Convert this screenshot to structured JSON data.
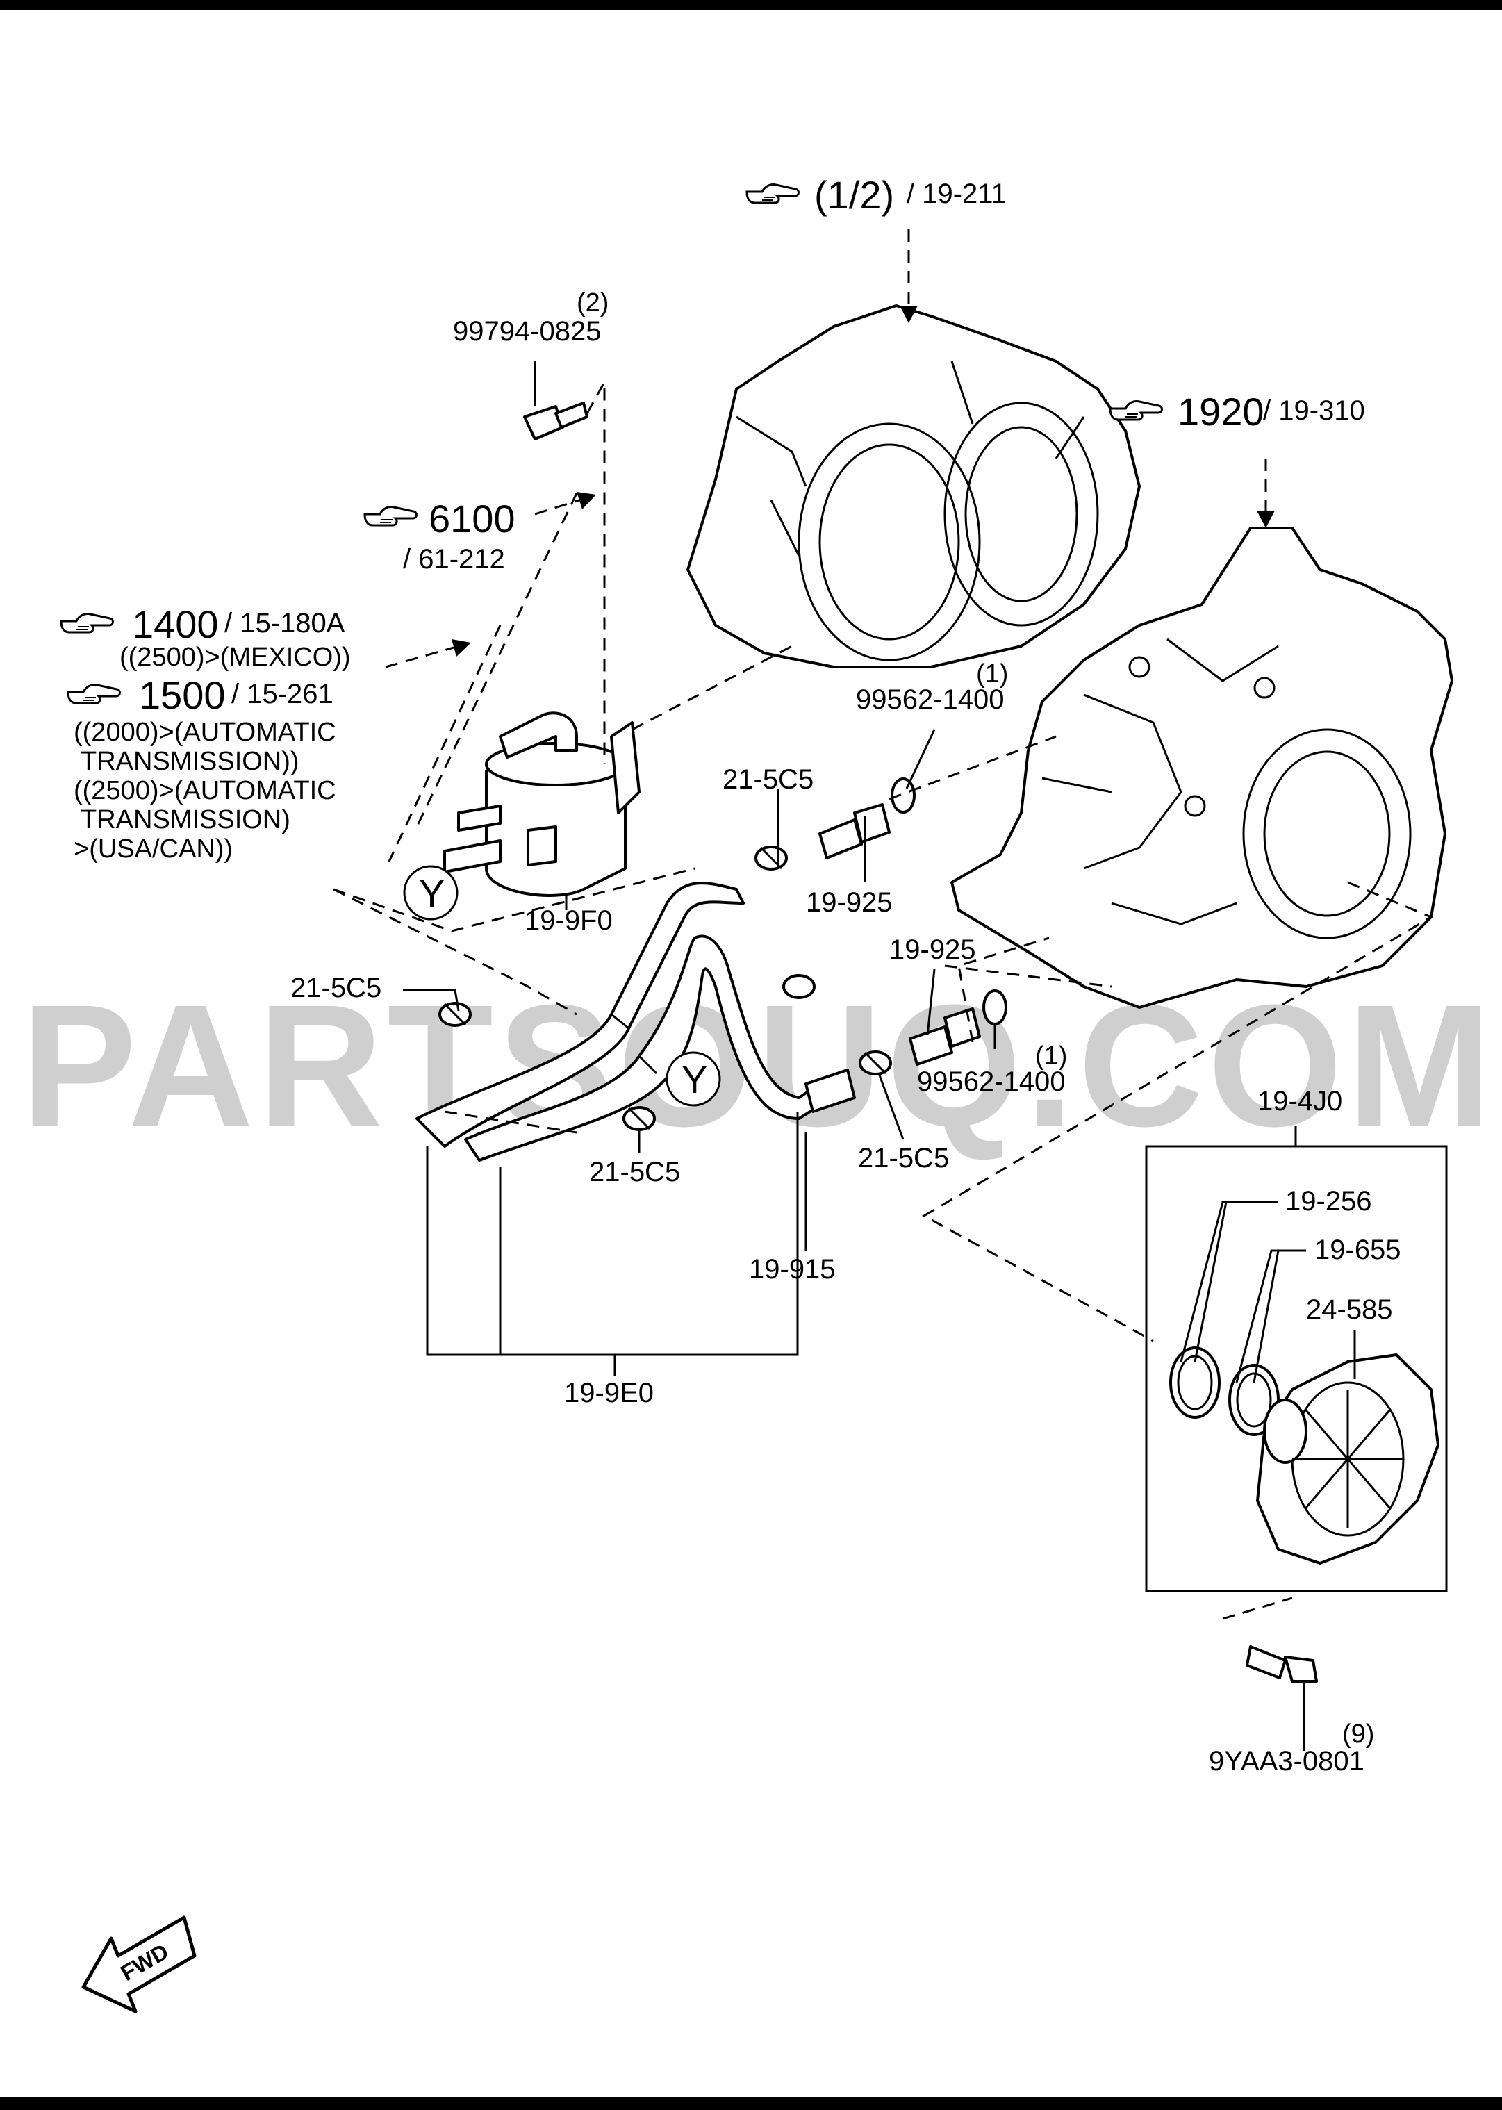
{
  "watermark": "PARTSOUQ.COM",
  "references": {
    "half": {
      "code": "(1/2)",
      "page": "/ 19-211"
    },
    "r1920": {
      "code": "1920",
      "page": "/ 19-310"
    },
    "r6100": {
      "code": "6100",
      "page": "/ 61-212"
    },
    "r1400": {
      "code": "1400",
      "page": "/ 15-180A",
      "note": "((2500)>(MEXICO))"
    },
    "r1500": {
      "code": "1500",
      "page": "/ 15-261",
      "notes": [
        "((2000)>(AUTOMATIC",
        "TRANSMISSION))",
        "((2500)>(AUTOMATIC",
        "TRANSMISSION)",
        ">(USA/CAN))"
      ]
    }
  },
  "parts": {
    "bolt_top": {
      "number": "99794-0825",
      "qty": "(2)"
    },
    "seal_upper": {
      "number": "99562-1400",
      "qty": "(1)"
    },
    "seal_lower": {
      "number": "99562-1400",
      "qty": "(1)"
    },
    "cooler": "19-9F0",
    "fitting_upper": "19-925",
    "fitting_lower": "19-925",
    "clamp_a": "21-5C5",
    "clamp_b": "21-5C5",
    "clamp_c": "21-5C5",
    "clamp_d": "21-5C5",
    "hose": "19-915",
    "hose_set": "19-9E0",
    "pump_assy": "19-4J0",
    "oring_a": "19-256",
    "oring_b": "19-655",
    "pump_cover": "24-585",
    "bolt_bottom": {
      "number": "9YAA3-0801",
      "qty": "(9)"
    }
  },
  "connector_marks": {
    "upper": "Y",
    "lower": "Y"
  },
  "direction": {
    "label": "FWD",
    "icon": "forward-arrow-icon"
  },
  "icons": {
    "reference": "pointing-hand-icon"
  }
}
